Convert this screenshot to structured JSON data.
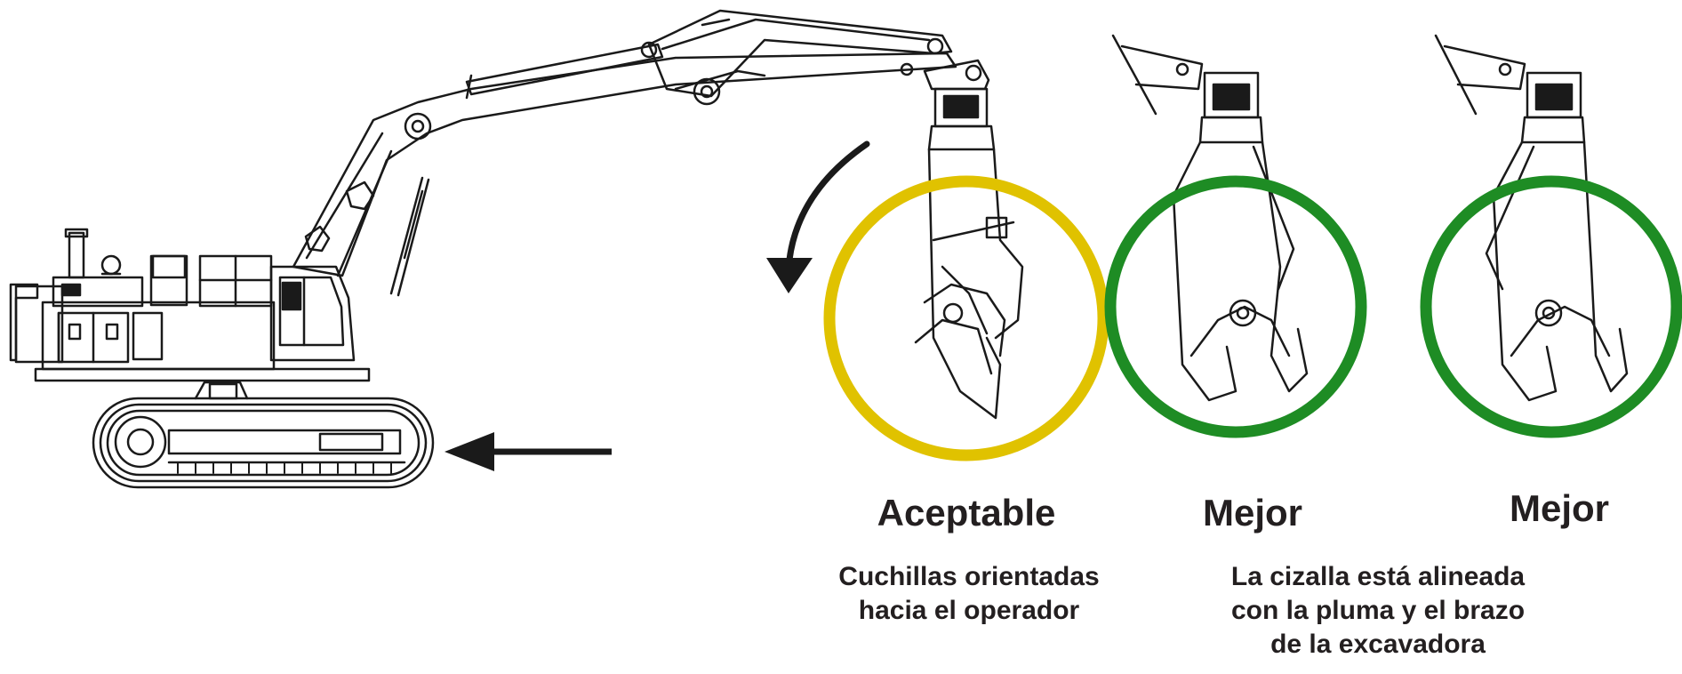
{
  "panels": [
    {
      "verdict": "Aceptable",
      "ring_color": "#e0c200"
    },
    {
      "verdict": "Mejor",
      "ring_color": "#1e8c24"
    },
    {
      "verdict": "Mejor",
      "ring_color": "#1e8c24"
    }
  ],
  "captions": {
    "acceptable": [
      "Cuchillas orientadas",
      "hacia el operador"
    ],
    "better": [
      "La cizalla está alineada",
      "con la pluma y el brazo",
      "de la excavadora"
    ]
  },
  "icons": [
    "excavator-illustration",
    "rotation-arrow-icon",
    "travel-direction-arrow-icon",
    "shear-attachment-icon"
  ]
}
